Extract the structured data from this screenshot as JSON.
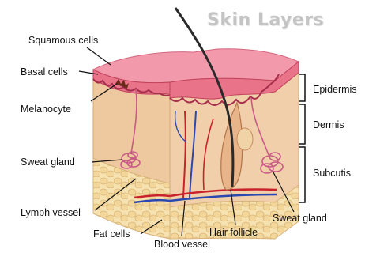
{
  "title": "Skin Layers",
  "labels": {
    "squamous_cells": "Squamous cells",
    "basal_cells": "Basal cells",
    "melanocyte": "Melanocyte",
    "sweat_gland_left": "Sweat gland",
    "lymph_vessel": "Lymph vessel",
    "fat_cells": "Fat cells",
    "blood_vessel": "Blood vessel",
    "hair_follicle": "Hair follicle",
    "sweat_gland_right": "Sweat gland"
  },
  "layers": {
    "epidermis": "Epidermis",
    "dermis": "Dermis",
    "subcutis": "Subcutis"
  },
  "colors": {
    "epidermis_pink": "#e9748a",
    "epidermis_dark": "#c2405e",
    "dermis_tan": "#eec9a0",
    "fat_yellow": "#f2d9a0",
    "vessel_red": "#c8232c",
    "vessel_blue": "#2a48b0",
    "hair": "#2a2a2a"
  }
}
